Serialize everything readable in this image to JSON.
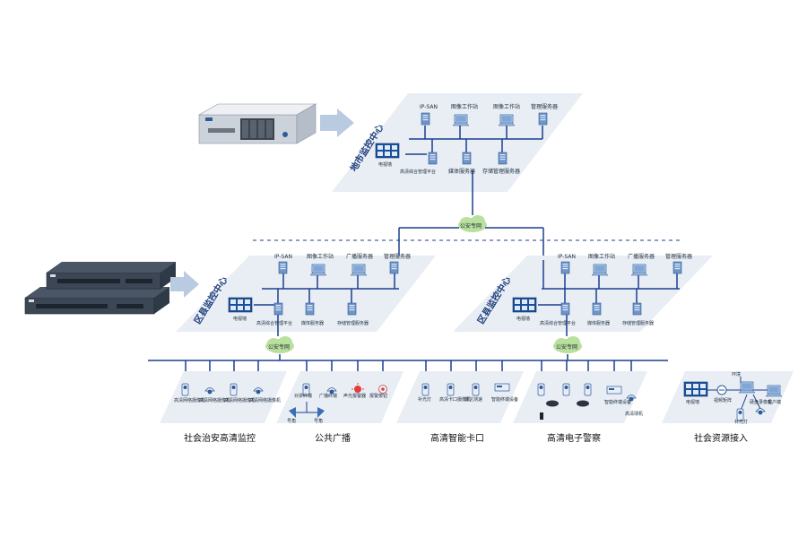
{
  "city_center": {
    "label": "地市监控中心",
    "top_devices": [
      "IP-SAN",
      "图像工作站",
      "图像工作站",
      "管理服务器"
    ],
    "video_wall": "电视墙",
    "platform": "高清综合管理平台",
    "media_server": "媒体服务器",
    "storage_server": "存储管理服务器"
  },
  "public_net_top": "公安专网",
  "county_left": {
    "label": "区县监控中心",
    "top_devices": [
      "IP-SAN",
      "图像工作站",
      "广播服务器",
      "管理服务器"
    ],
    "video_wall": "电视墙",
    "platform": "高清综合管理平台",
    "media_server": "媒体服务器",
    "storage_server": "存储管理服务器"
  },
  "county_right": {
    "label": "区县监控中心",
    "top_devices": [
      "IP-SAN",
      "图像工作站",
      "广播服务器",
      "管理服务器"
    ],
    "video_wall": "电视墙",
    "platform": "高清综合管理平台",
    "media_server": "媒体服务器",
    "storage_server": "存储管理服务器"
  },
  "public_net_left": "公安专网",
  "public_net_right": "公安专网",
  "zone_surveillance": {
    "devices": [
      "高清网络摄像机",
      "高清网络摄像机",
      "高清网络摄像机",
      "高清网络摄像机"
    ],
    "title": "社会治安高清监控"
  },
  "zone_broadcast": {
    "devices": [
      "对讲终端",
      "广播终端",
      "声光报警器",
      "报警按钮"
    ],
    "horns": [
      "号角",
      "号角"
    ],
    "title": "公共广播"
  },
  "zone_checkpoint": {
    "devices": [
      "补光灯",
      "高清卡口摄像机",
      "雷达测速",
      "智能终端设备"
    ],
    "title": "高清智能卡口"
  },
  "zone_police": {
    "devices": [
      "智能终端设备",
      "高清球机"
    ],
    "title": "高清电子警察"
  },
  "zone_social": {
    "devices": [
      "电视墙",
      "视频矩阵",
      "硬盘录像机",
      "客户端",
      "环境",
      "补光灯"
    ],
    "title": "社会资源接入"
  },
  "colors": {
    "panel": "#e9eef5",
    "line": "#1b3f8f",
    "arrow": "#b9cbe0",
    "cloud": "#bfe3a6",
    "device": "#3a6fb5"
  }
}
